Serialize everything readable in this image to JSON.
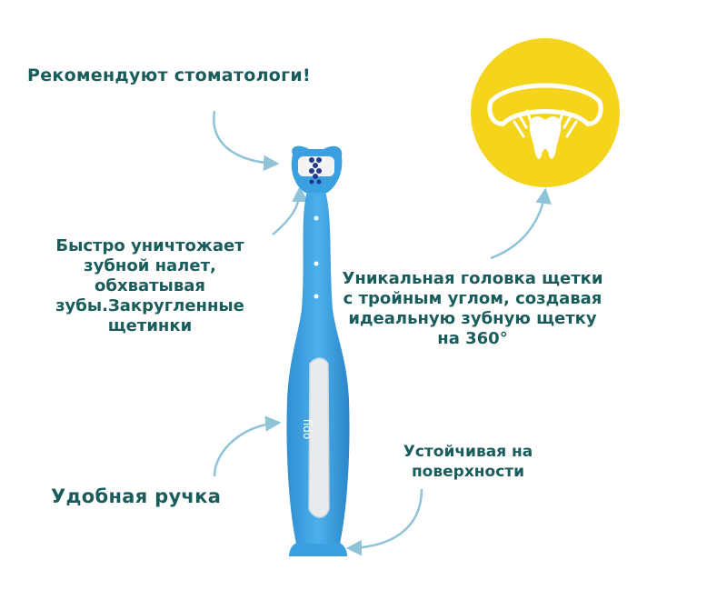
{
  "labels": {
    "recommend": "Рекомендуют стоматологи!",
    "plaque": "Быстро уничтожает зубной налет, обхватывая зубы.Закругленные щетинки",
    "head": "Уникальная головка щетки с тройным углом, создавая идеальную зубную щетку на 360°",
    "stable": "Устойчивая на поверхности",
    "handle": "Удобная ручка"
  },
  "brand": "fido",
  "colors": {
    "text": "#1a5c5c",
    "arrow": "#8fc3d8",
    "handle": "#3aa0e0",
    "handle_dark": "#1e86cc",
    "grip": "#e9ecef",
    "circle": "#f4d51c"
  },
  "icons": [
    "toothbrush",
    "tooth-in-circle-icon",
    "arrow-icon"
  ]
}
